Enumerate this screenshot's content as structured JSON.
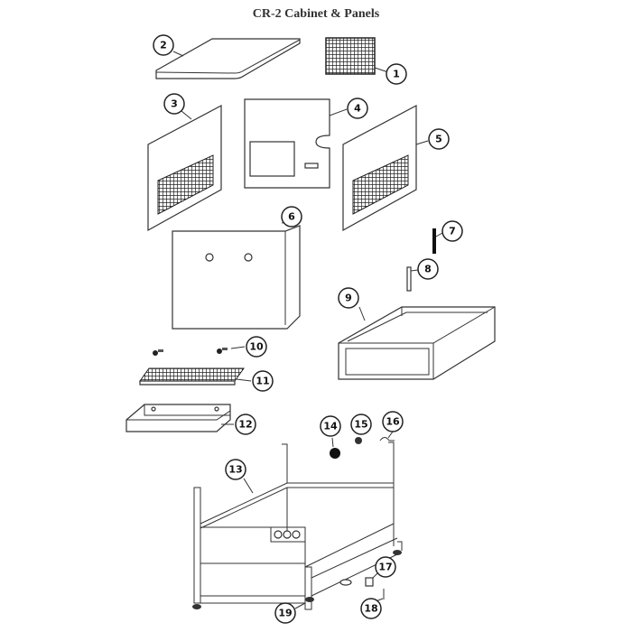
{
  "title": "CR-2 Cabinet & Panels",
  "callouts": [
    "1",
    "2",
    "3",
    "4",
    "5",
    "6",
    "7",
    "8",
    "9",
    "10",
    "11",
    "12",
    "13",
    "14",
    "15",
    "16",
    "17",
    "18",
    "19"
  ]
}
